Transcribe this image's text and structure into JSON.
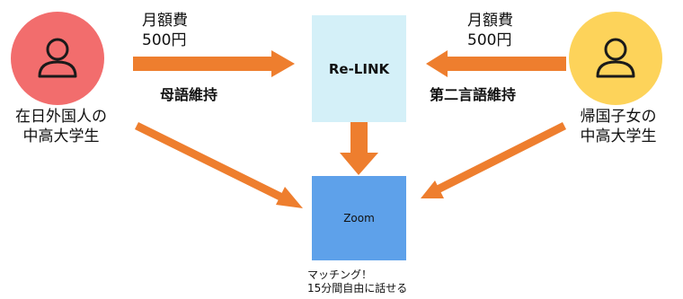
{
  "left_person": {
    "label": "在日外国人の\n中高大学生",
    "fee": "月額費\n500円",
    "arrow_label": "母語維持",
    "color": "#F26D6D"
  },
  "right_person": {
    "label": "帰国子女の\n中高大学生",
    "fee": "月額費\n500円",
    "arrow_label": "第二言語維持",
    "color": "#FDD35A"
  },
  "center_service": {
    "label": "Re-LINK",
    "color": "#D4F0F8"
  },
  "zoom_box": {
    "label": "Zoom",
    "color": "#5EA1EA"
  },
  "matching_note": "マッチング！\n15分間自由に話せる",
  "colors": {
    "arrow": "#EE7E2E"
  }
}
